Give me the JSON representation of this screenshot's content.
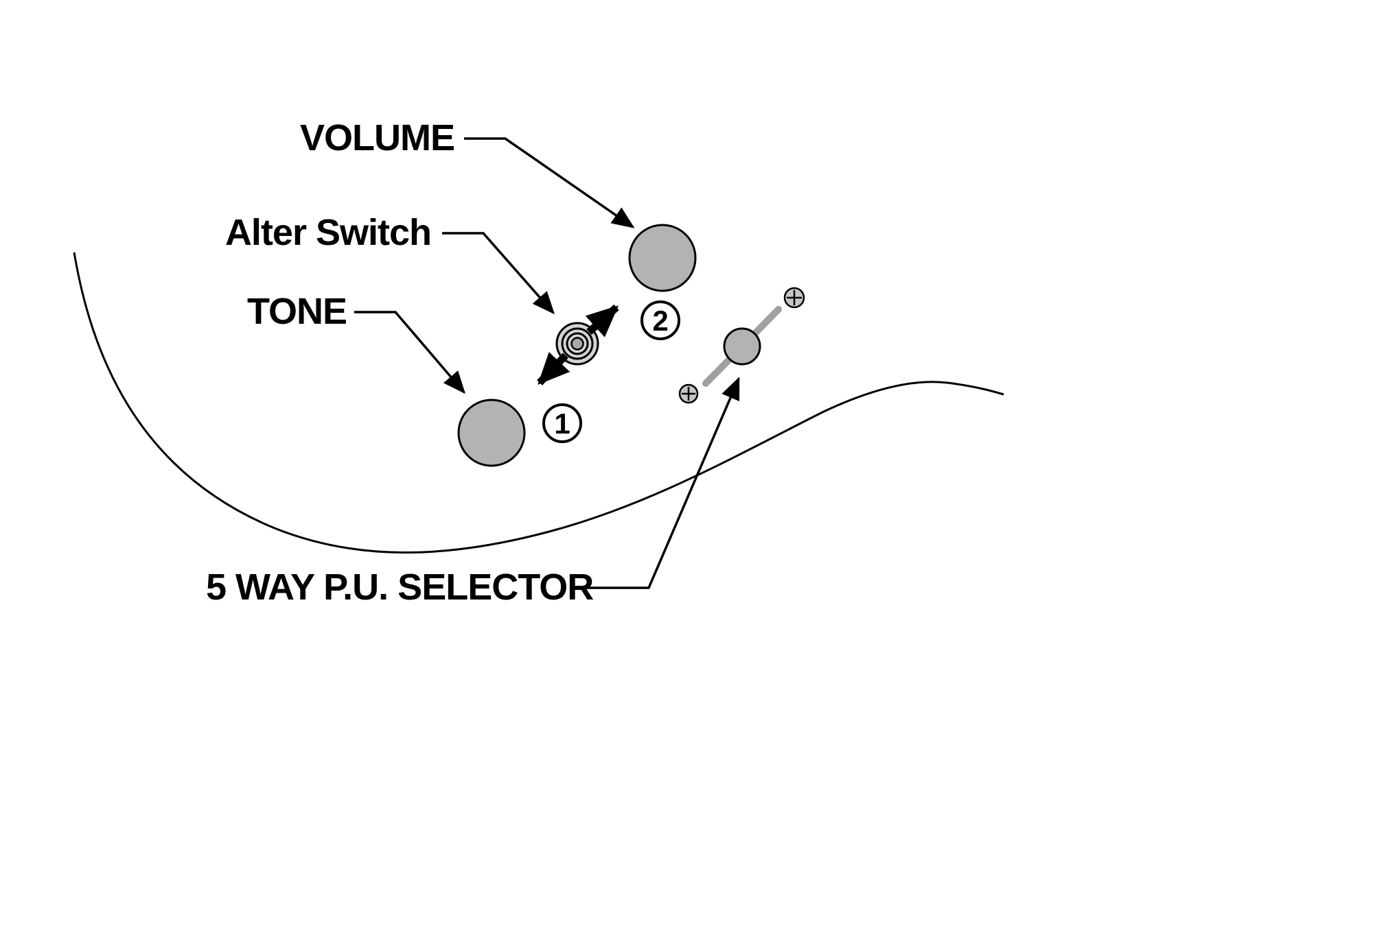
{
  "figure": {
    "background": "#ffffff",
    "labels": {
      "volume": "VOLUME",
      "alter_switch": "Alter Switch",
      "tone": "TONE",
      "selector": "5 WAY P.U. SELECTOR"
    },
    "callouts": {
      "down_position": "1",
      "up_position": "2"
    },
    "colors": {
      "knob_fill": "#b3b3b3",
      "switch_outer_fill": "#d4d4d4",
      "switch_inner_fill": "#a8a8a8",
      "screw_fill": "#c6c6c6",
      "lever_stroke": "#a0a0a0",
      "line": "#000000",
      "callout_fill": "#ffffff"
    }
  }
}
